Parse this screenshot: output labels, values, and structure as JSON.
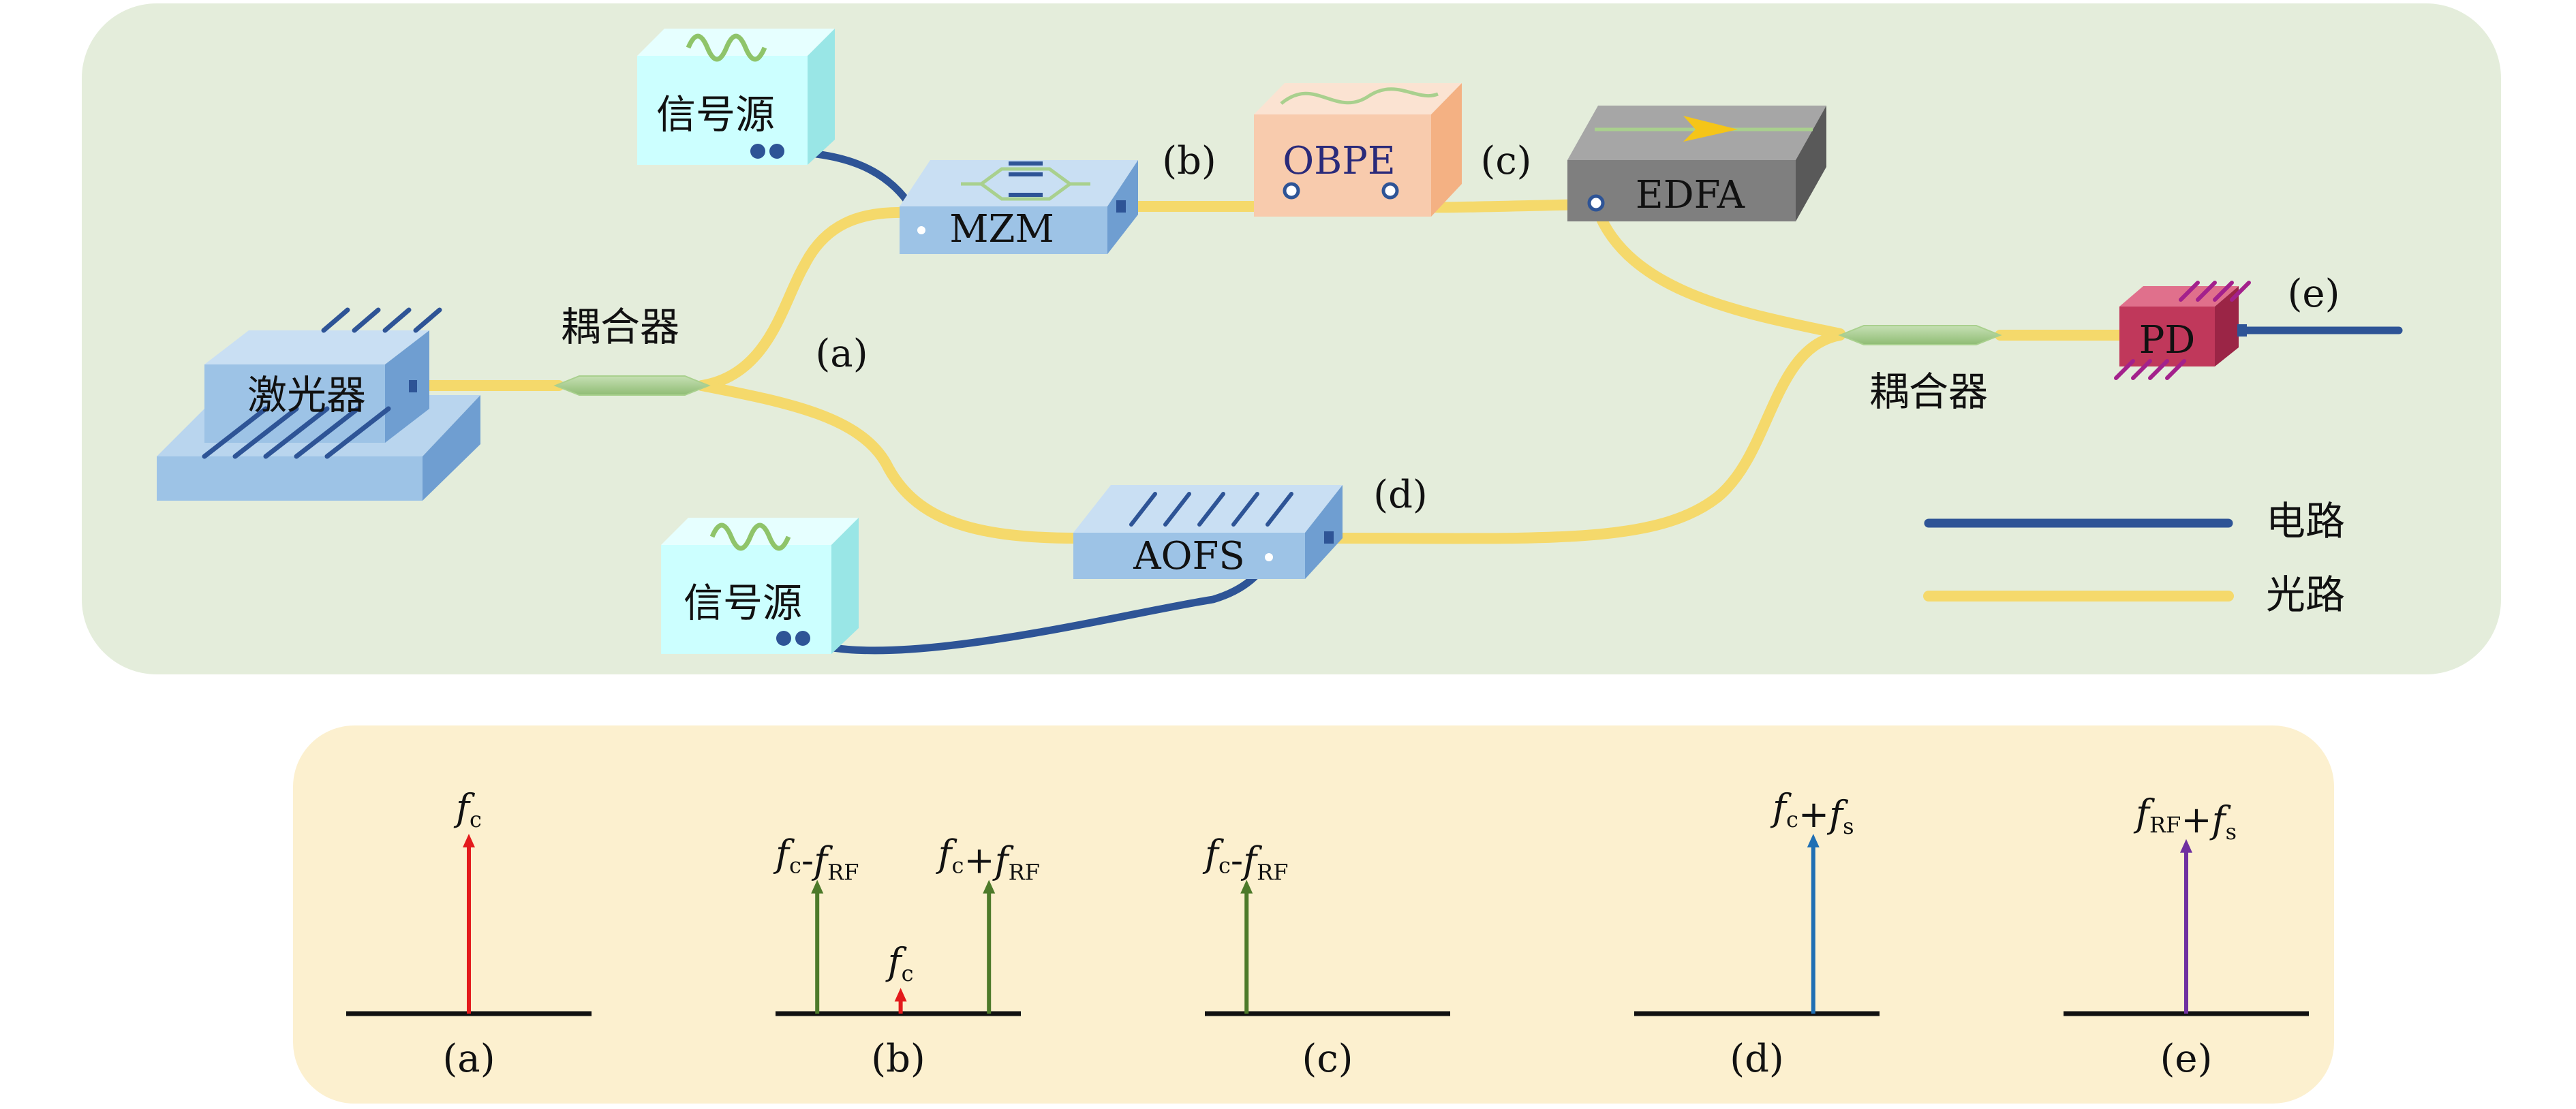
{
  "colors": {
    "top_panel": "#e4eddb",
    "bottom_panel": "#fcf0cf",
    "electric": "#2e5496",
    "optical": "#f5d96b",
    "coupler": "#a9d08e",
    "blue_box": "#9dc3e6",
    "cyan_box": "#ccffff",
    "obpe_box": "#f8cbad",
    "edfa_box": "#7f7f7f",
    "pd_box": "#c0385b",
    "carrier": "#e31a1c",
    "sideband": "#4d7a2a",
    "shifted": "#1f6fb4",
    "output": "#7030a0"
  },
  "icons": {
    "laser": "laser-source-icon",
    "signal_source": "sine-wave-icon",
    "coupler": "fiber-coupler-icon",
    "edfa_arrow": "amplifier-arrow-icon",
    "pd": "photodetector-icon"
  },
  "devices": {
    "laser": "激光器",
    "signal_source_top": "信号源",
    "signal_source_bottom": "信号源",
    "mzm": "MZM",
    "obpe": "OBPE",
    "edfa": "EDFA",
    "aofs": "AOFS",
    "pd": "PD",
    "coupler_left": "耦合器",
    "coupler_right": "耦合器"
  },
  "point_labels": {
    "a": "(a)",
    "b": "(b)",
    "c": "(c)",
    "d": "(d)",
    "e": "(e)"
  },
  "legend": {
    "electric": "电路",
    "optical": "光路"
  },
  "spectra": [
    {
      "label": "(a)",
      "lines": [
        {
          "name": "fc",
          "f": "f",
          "sub": "c",
          "op": "",
          "f2": "",
          "sub2": "",
          "position": 0.5,
          "height": 1.0,
          "color_key": "carrier"
        }
      ]
    },
    {
      "label": "(b)",
      "lines": [
        {
          "name": "fc-fRF",
          "f": "f",
          "sub": "c",
          "op": "-",
          "f2": "f",
          "sub2": "RF",
          "position": 0.17,
          "height": 0.74,
          "color_key": "sideband"
        },
        {
          "name": "fc",
          "f": "f",
          "sub": "c",
          "op": "",
          "f2": "",
          "sub2": "",
          "position": 0.51,
          "height": 0.13,
          "color_key": "carrier"
        },
        {
          "name": "fc+fRF",
          "f": "f",
          "sub": "c",
          "op": "+",
          "f2": "f",
          "sub2": "RF",
          "position": 0.87,
          "height": 0.74,
          "color_key": "sideband"
        }
      ]
    },
    {
      "label": "(c)",
      "lines": [
        {
          "name": "fc-fRF",
          "f": "f",
          "sub": "c",
          "op": "-",
          "f2": "f",
          "sub2": "RF",
          "position": 0.17,
          "height": 0.74,
          "color_key": "sideband"
        }
      ]
    },
    {
      "label": "(d)",
      "lines": [
        {
          "name": "fc+fs",
          "f": "f",
          "sub": "c",
          "op": "+",
          "f2": "f",
          "sub2": "s",
          "position": 0.73,
          "height": 1.0,
          "color_key": "shifted"
        }
      ]
    },
    {
      "label": "(e)",
      "lines": [
        {
          "name": "fRF+fs",
          "f": "f",
          "sub": "RF",
          "op": "+",
          "f2": "f",
          "sub2": "s",
          "position": 0.5,
          "height": 0.97,
          "color_key": "output"
        }
      ]
    }
  ]
}
